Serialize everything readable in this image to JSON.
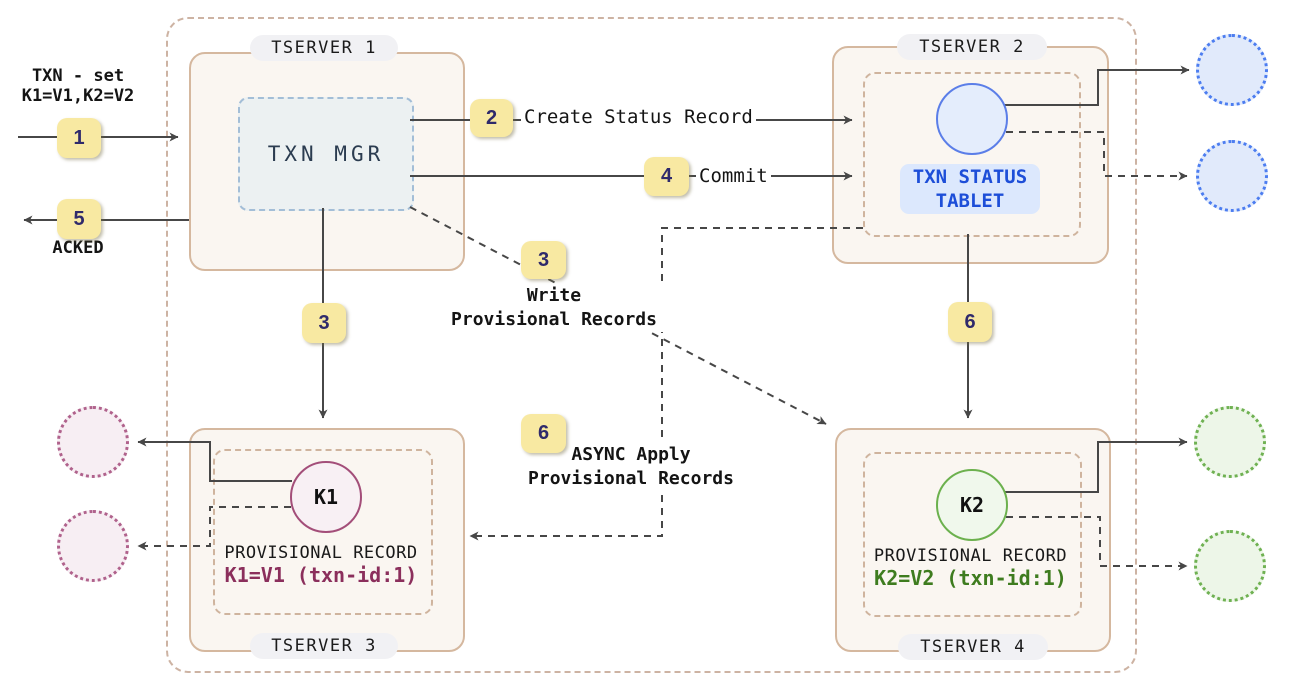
{
  "diagram": {
    "client": {
      "txn_line1": "TXN - set",
      "txn_line2": "K1=V1,K2=V2",
      "ack": "ACKED"
    },
    "steps": {
      "s1": "1",
      "s2": "2",
      "s3_line": "3",
      "s3_diag": "3",
      "s4": "4",
      "s5": "5",
      "s6_line": "6",
      "s6_async": "6"
    },
    "edge_labels": {
      "create_status": "Create Status Record",
      "commit": "Commit",
      "write_prov_1": "Write",
      "write_prov_2": "Provisional Records",
      "async_1": "ASYNC Apply",
      "async_2": "Provisional Records"
    },
    "tserver1": {
      "title": "TSERVER 1",
      "txn_mgr": "TXN MGR"
    },
    "tserver2": {
      "title": "TSERVER 2",
      "tablet_line1": "TXN STATUS",
      "tablet_line2": "TABLET"
    },
    "tserver3": {
      "title": "TSERVER 3",
      "key": "K1",
      "record_label": "PROVISIONAL RECORD",
      "record_value": "K1=V1 (txn-id:1)"
    },
    "tserver4": {
      "title": "TSERVER 4",
      "key": "K2",
      "record_label": "PROVISIONAL RECORD",
      "record_value": "K2=V2 (txn-id:1)"
    },
    "colors": {
      "badge_fill": "#f8e9a2",
      "badge_text": "#2f2a6b",
      "tan_border": "#d5b89f",
      "blue_accent": "#4c74e8",
      "blue_text": "#1d4ed8",
      "maroon_accent": "#a34e79",
      "maroon_text": "#8b2f5c",
      "green_accent": "#6cb14e",
      "green_text": "#3e7c1f",
      "arrow": "#474747"
    }
  }
}
